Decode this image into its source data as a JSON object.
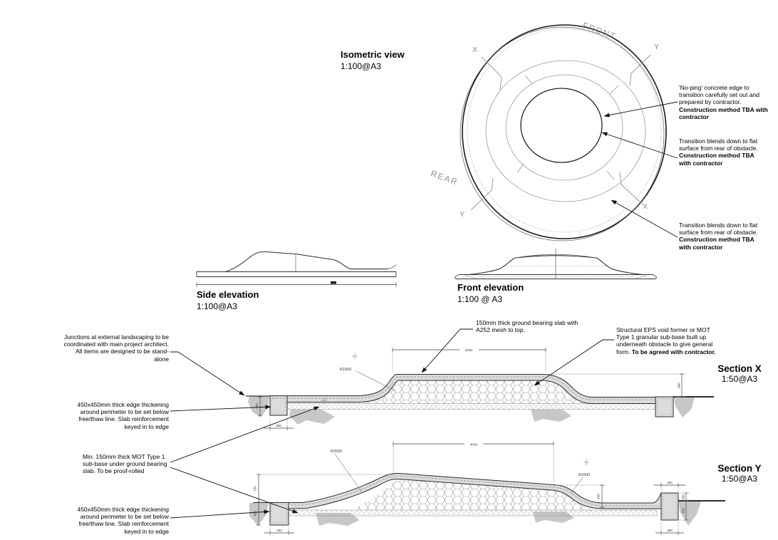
{
  "isometric": {
    "title": "Isometric view",
    "scale": "1:100@A3",
    "front_label": "FRONT",
    "rear_label": "REAR",
    "x_label": "X",
    "y_label": "Y"
  },
  "elevations": {
    "side": {
      "title": "Side elevation",
      "scale": "1:100@A3"
    },
    "front": {
      "title": "Front elevation",
      "scale": "1:100 @ A3"
    }
  },
  "sections": {
    "x": {
      "title": "Section X",
      "scale": "1:50@A3",
      "dim_top": "4030",
      "dim_edge_depth": "450",
      "dim_edge_width": "450",
      "dim_height": "600",
      "radius": "R1000"
    },
    "y": {
      "title": "Section Y",
      "scale": "1:50@A3",
      "dim_top": "4030",
      "dim_peak_height": "750",
      "dim_edge_depth": "450",
      "dim_edge_width": "450",
      "dim_mid_height": "450",
      "dim_upstand_width": "200",
      "dim_upstand_height": "250",
      "dim_right_depth": "450",
      "dim_right_width": "450",
      "radius_left": "R2500",
      "radius_right": "R1000"
    }
  },
  "annotations": {
    "no_ping": {
      "text": "'No-ping' concrete edge to transition carefully set out and prepared by contractor. ",
      "bold": "Construction method TBA with contractor"
    },
    "transition_upper": {
      "text": "Transition blends down to flat surface from rear of obstacle. ",
      "bold": "Construction method TBA with contractor"
    },
    "transition_lower": {
      "text": "Transition blends down to flat surface from rear of obstacle. ",
      "bold": "Construction method TBA with contractor"
    },
    "junctions": "Junctions at external landscaping to be coordinated with main project architect. All items are designed to be stand-alone",
    "edge_thickening_x": "450x450mm thick edge thickening around perimeter to be set below free/thaw line. Slab reinforcement keyed in to edge",
    "min_subbase": "Min. 150mm thick MOT Type 1 sub-base under ground bearing slab. To be proof-rolled",
    "edge_thickening_y": "450x450mm thick edge thickening around perimeter to be set below free/thaw line. Slab reinforcement keyed in to edge",
    "slab": "150mm thick ground bearing slab with A252 mesh to top.",
    "eps": {
      "text": "Structural EPS void former or MOT Type 1 granular sub-base built up underneath obstacle to give general form. ",
      "bold": "To be agreed with contractor."
    }
  },
  "colors": {
    "line": "#1a1a1a",
    "slab_fill": "#dcdcdc",
    "ground_blob": "#c7c7c7",
    "dim_text": "#333333",
    "label_gray": "#8a8a8a"
  }
}
